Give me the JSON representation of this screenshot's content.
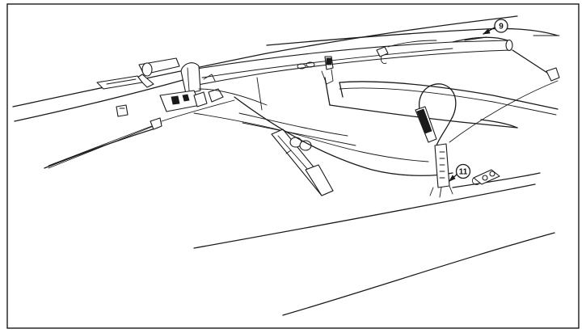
{
  "callouts": [
    {
      "id": "callout-9",
      "label": "9"
    },
    {
      "id": "callout-11",
      "label": "11"
    }
  ]
}
